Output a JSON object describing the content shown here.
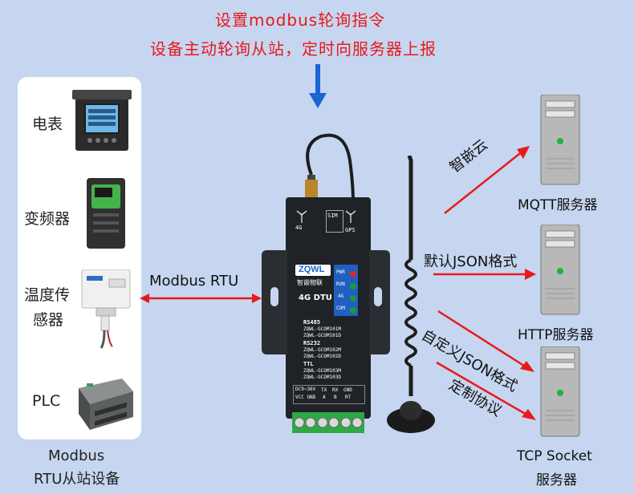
{
  "header": {
    "line1": "设置modbus轮询指令",
    "line2": "设备主动轮询从站，定时向服务器上报"
  },
  "slaves": {
    "items": [
      {
        "label": "电表"
      },
      {
        "label": "变频器"
      },
      {
        "label": "温度传",
        "label2": "感器"
      },
      {
        "label": "PLC"
      }
    ],
    "caption1": "Modbus",
    "caption2": "RTU从站设备"
  },
  "link": {
    "label": "Modbus RTU"
  },
  "device": {
    "brand": "ZQWL",
    "brand_cn": "智嵌物联",
    "model": "4G DTU",
    "ant_4g": "4G",
    "sim": "SIM",
    "gps": "GPS",
    "leds": [
      "PWR",
      "RUN",
      "4G",
      "COM"
    ],
    "rs485_title": "RS485",
    "rs485": [
      "ZQWL-GCOM101M",
      "ZQWL-GCOM101D"
    ],
    "rs232_title": "RS232",
    "rs232": [
      "ZQWL-GCOM102M",
      "ZQWL-GCOM102D"
    ],
    "ttl_title": "TTL",
    "ttl": [
      "ZQWL-GCOM103M",
      "ZQWL-GCOM103D"
    ],
    "power": "DC9~36V",
    "vcc_gnd": "VCC GND",
    "pins": [
      [
        "TX",
        "A"
      ],
      [
        "RX",
        "B"
      ],
      [
        "GND",
        "RT"
      ]
    ]
  },
  "routes": [
    {
      "label": "智嵌云"
    },
    {
      "label": "默认JSON格式"
    },
    {
      "label": "自定义JSON格式"
    },
    {
      "label": "定制协议"
    }
  ],
  "servers": [
    {
      "label": "MQTT服务器"
    },
    {
      "label": "HTTP服务器"
    },
    {
      "label": "TCP Socket",
      "label2": "服务器"
    }
  ],
  "colors": {
    "arrow_red": "#e8191c",
    "arrow_blue": "#1a64d6",
    "background": "#c6d6f0"
  }
}
